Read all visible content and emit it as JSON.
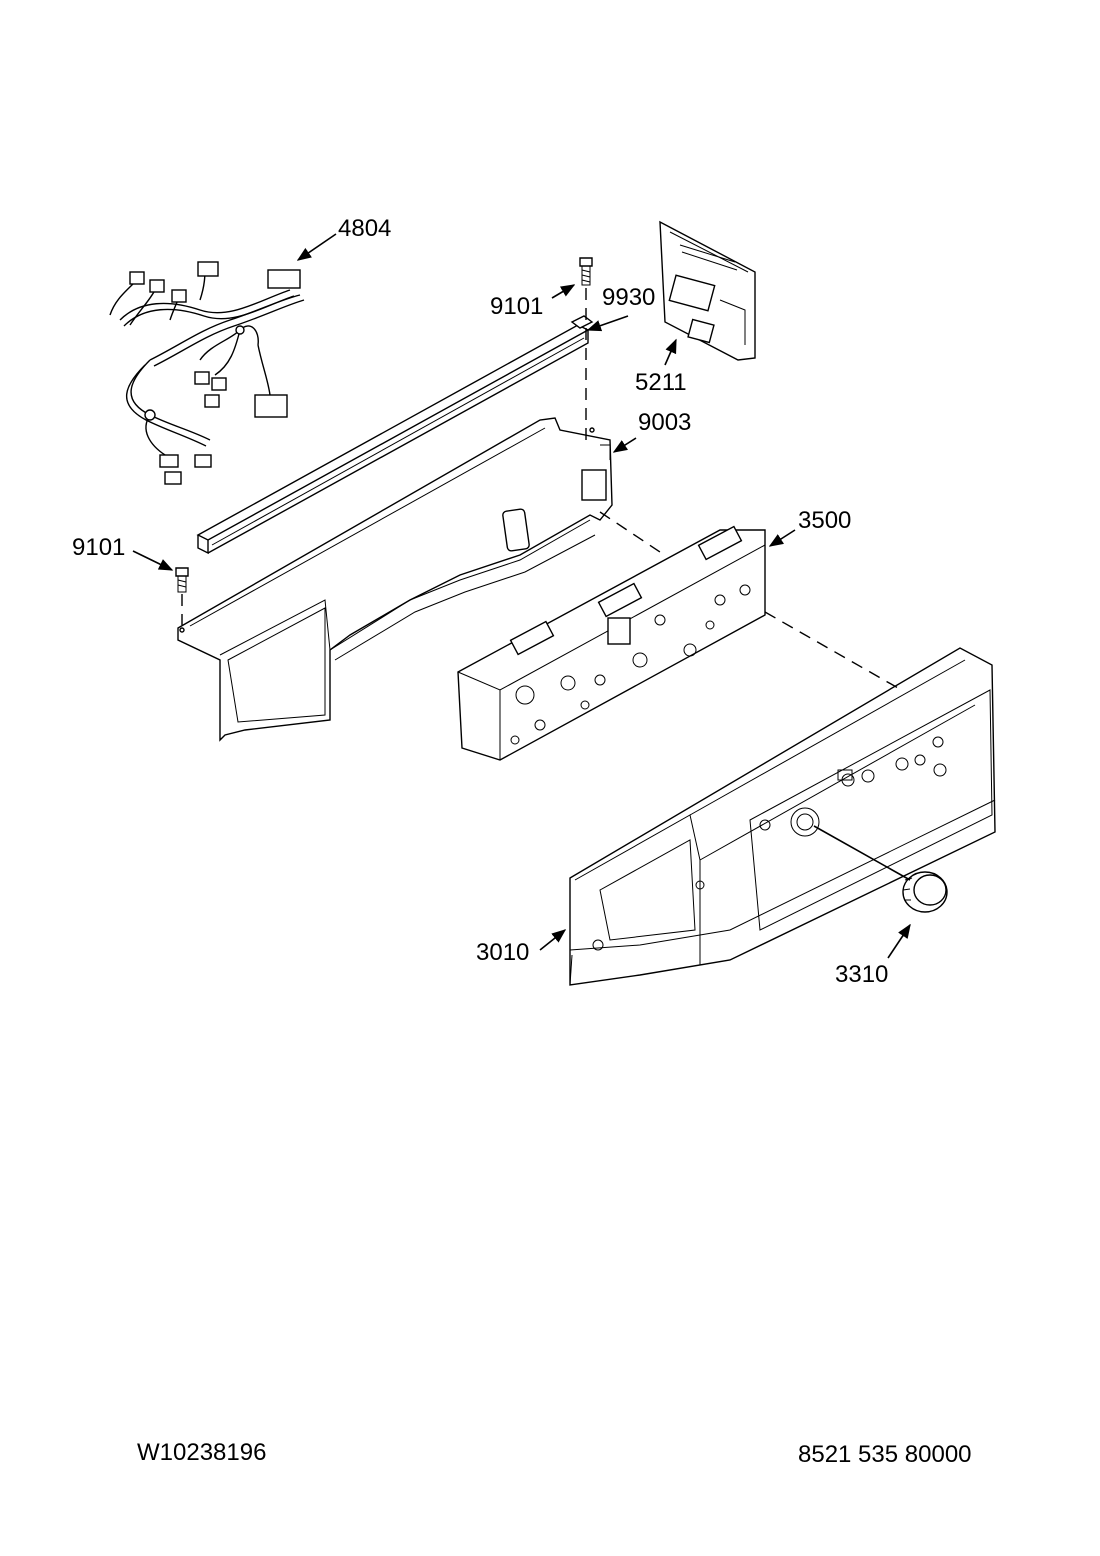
{
  "callouts": {
    "c4804": "4804",
    "c9101_top": "9101",
    "c9930": "9930",
    "c5211": "5211",
    "c9003": "9003",
    "c3500": "3500",
    "c9101_left": "9101",
    "c3010": "3010",
    "c3310": "3310"
  },
  "footer": {
    "left_code": "W10238196",
    "right_code": "8521 535 80000"
  }
}
